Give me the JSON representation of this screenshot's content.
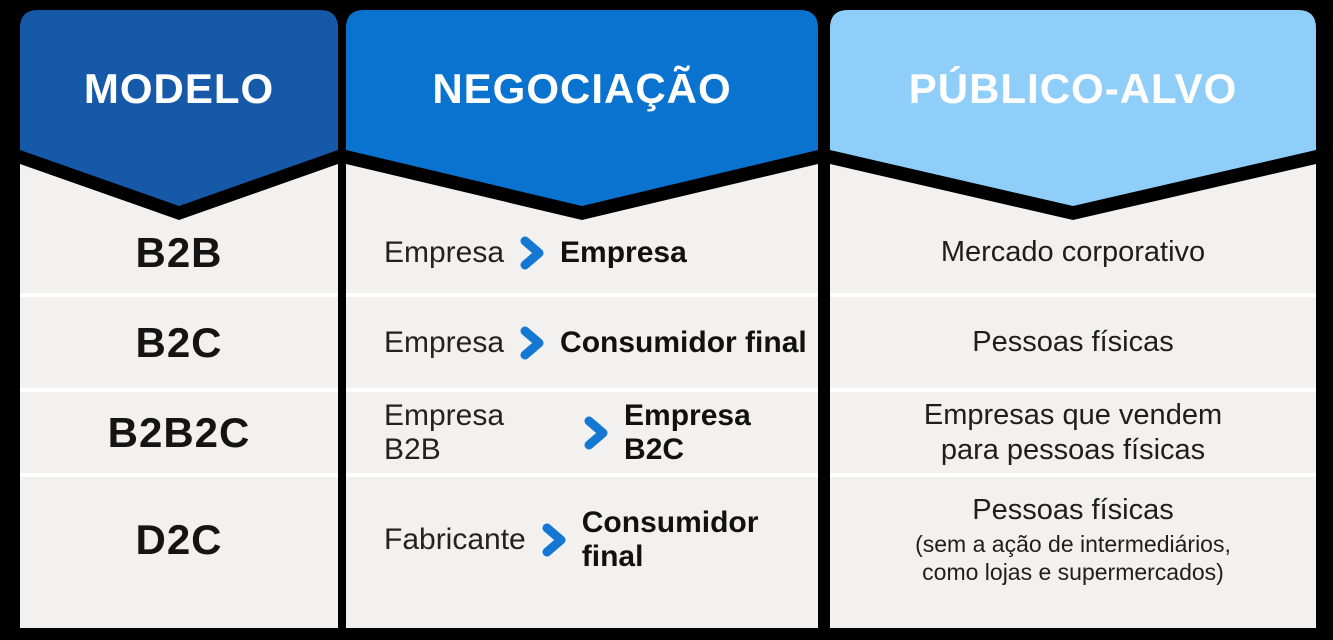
{
  "table": {
    "columns": [
      {
        "id": "modelo",
        "header": "MODELO"
      },
      {
        "id": "negociacao",
        "header": "NEGOCIAÇÃO"
      },
      {
        "id": "publico_alvo",
        "header": "PÚBLICO-ALVO"
      }
    ],
    "rows": [
      {
        "modelo": "B2B",
        "negociacao": {
          "from": "Empresa",
          "to": "Empresa"
        },
        "publico_alvo": {
          "main": "Mercado corporativo"
        }
      },
      {
        "modelo": "B2C",
        "negociacao": {
          "from": "Empresa",
          "to": "Consumidor final"
        },
        "publico_alvo": {
          "main": "Pessoas físicas"
        }
      },
      {
        "modelo": "B2B2C",
        "negociacao": {
          "from": "Empresa B2B",
          "to": "Empresa B2C"
        },
        "publico_alvo": {
          "main": "Empresas que vendem para pessoas físicas"
        }
      },
      {
        "modelo": "D2C",
        "negociacao": {
          "from": "Fabricante",
          "to": "Consumidor final"
        },
        "publico_alvo": {
          "main": "Pessoas físicas",
          "note": "(sem a ação de intermediários, como lojas e supermercados)"
        }
      }
    ]
  },
  "icons": {
    "arrow": "chevron-right-icon"
  },
  "colors": {
    "background": "#000000",
    "body": "#f2f1ef",
    "separator": "#ffffff",
    "header_modelo": "#1659a8",
    "header_negociacao": "#0a73d0",
    "header_publico": "#8fcef9",
    "arrow": "#1377d3",
    "shadow": "#000000",
    "header_text": "#ffffff",
    "cell_text": "#1e1e1e"
  }
}
